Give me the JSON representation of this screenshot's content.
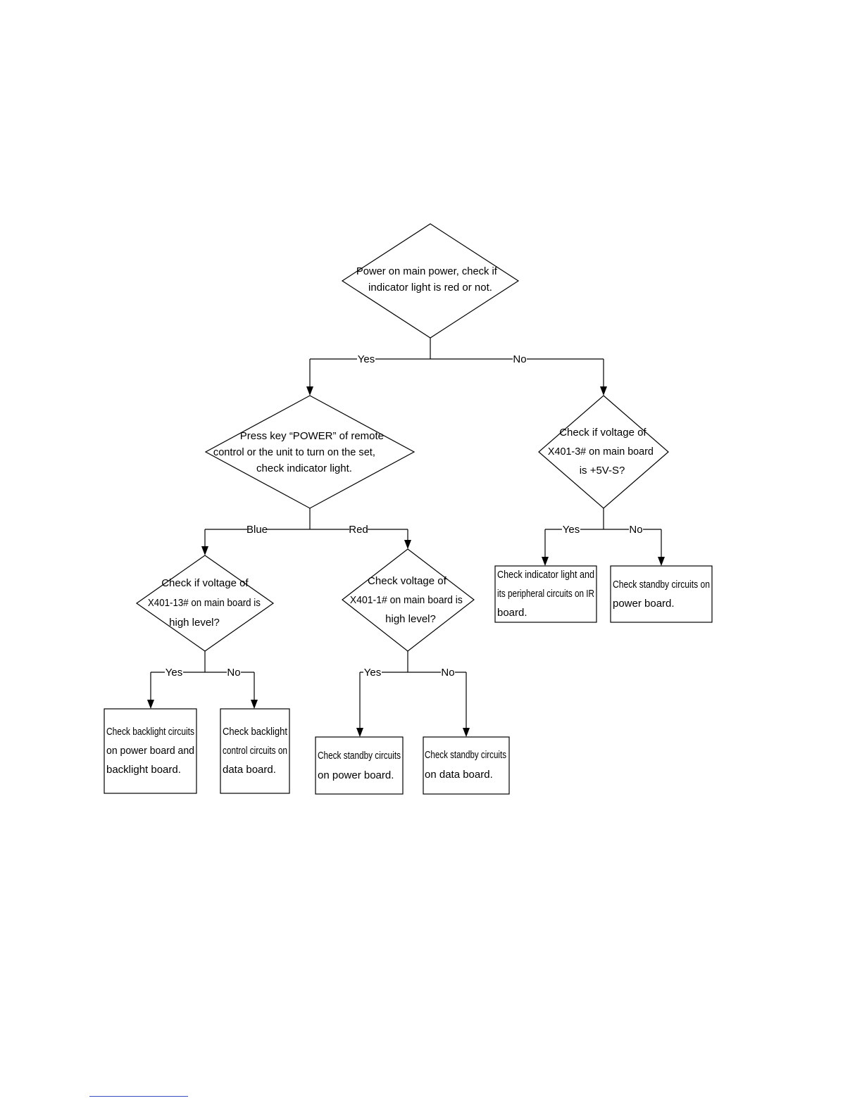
{
  "flowchart": {
    "nodes": {
      "d1": [
        "Power on main power, check if",
        "indicator light is red or not."
      ],
      "d2": [
        "Press key “POWER” of remote",
        "control or the unit to turn on the set,",
        "check indicator light."
      ],
      "d3": [
        "Check if voltage of",
        "X401-3# on main board",
        "is +5V-S?"
      ],
      "d4": [
        "Check if voltage of",
        "X401-13# on main board is",
        "high level?"
      ],
      "d5": [
        "Check voltage of",
        "X401-1# on main board is",
        "high level?"
      ],
      "b1": [
        "Check backlight circuits",
        "on power board and",
        "backlight board."
      ],
      "b2": [
        "Check backlight",
        "control circuits on",
        "data board."
      ],
      "b3": [
        "Check standby circuits",
        "on power board."
      ],
      "b4": [
        "Check standby circuits",
        "on data board."
      ],
      "b5": [
        "Check indicator light and",
        "its peripheral circuits on IR",
        "board."
      ],
      "b6": [
        "Check standby circuits on",
        "power board."
      ]
    },
    "edges": {
      "e1": "Yes",
      "e2": "No",
      "e3": "Blue",
      "e4": "Red",
      "e5": "Yes",
      "e6": "No",
      "e7": "Yes",
      "e8": "No",
      "e9": "Yes",
      "e10": "No"
    }
  }
}
